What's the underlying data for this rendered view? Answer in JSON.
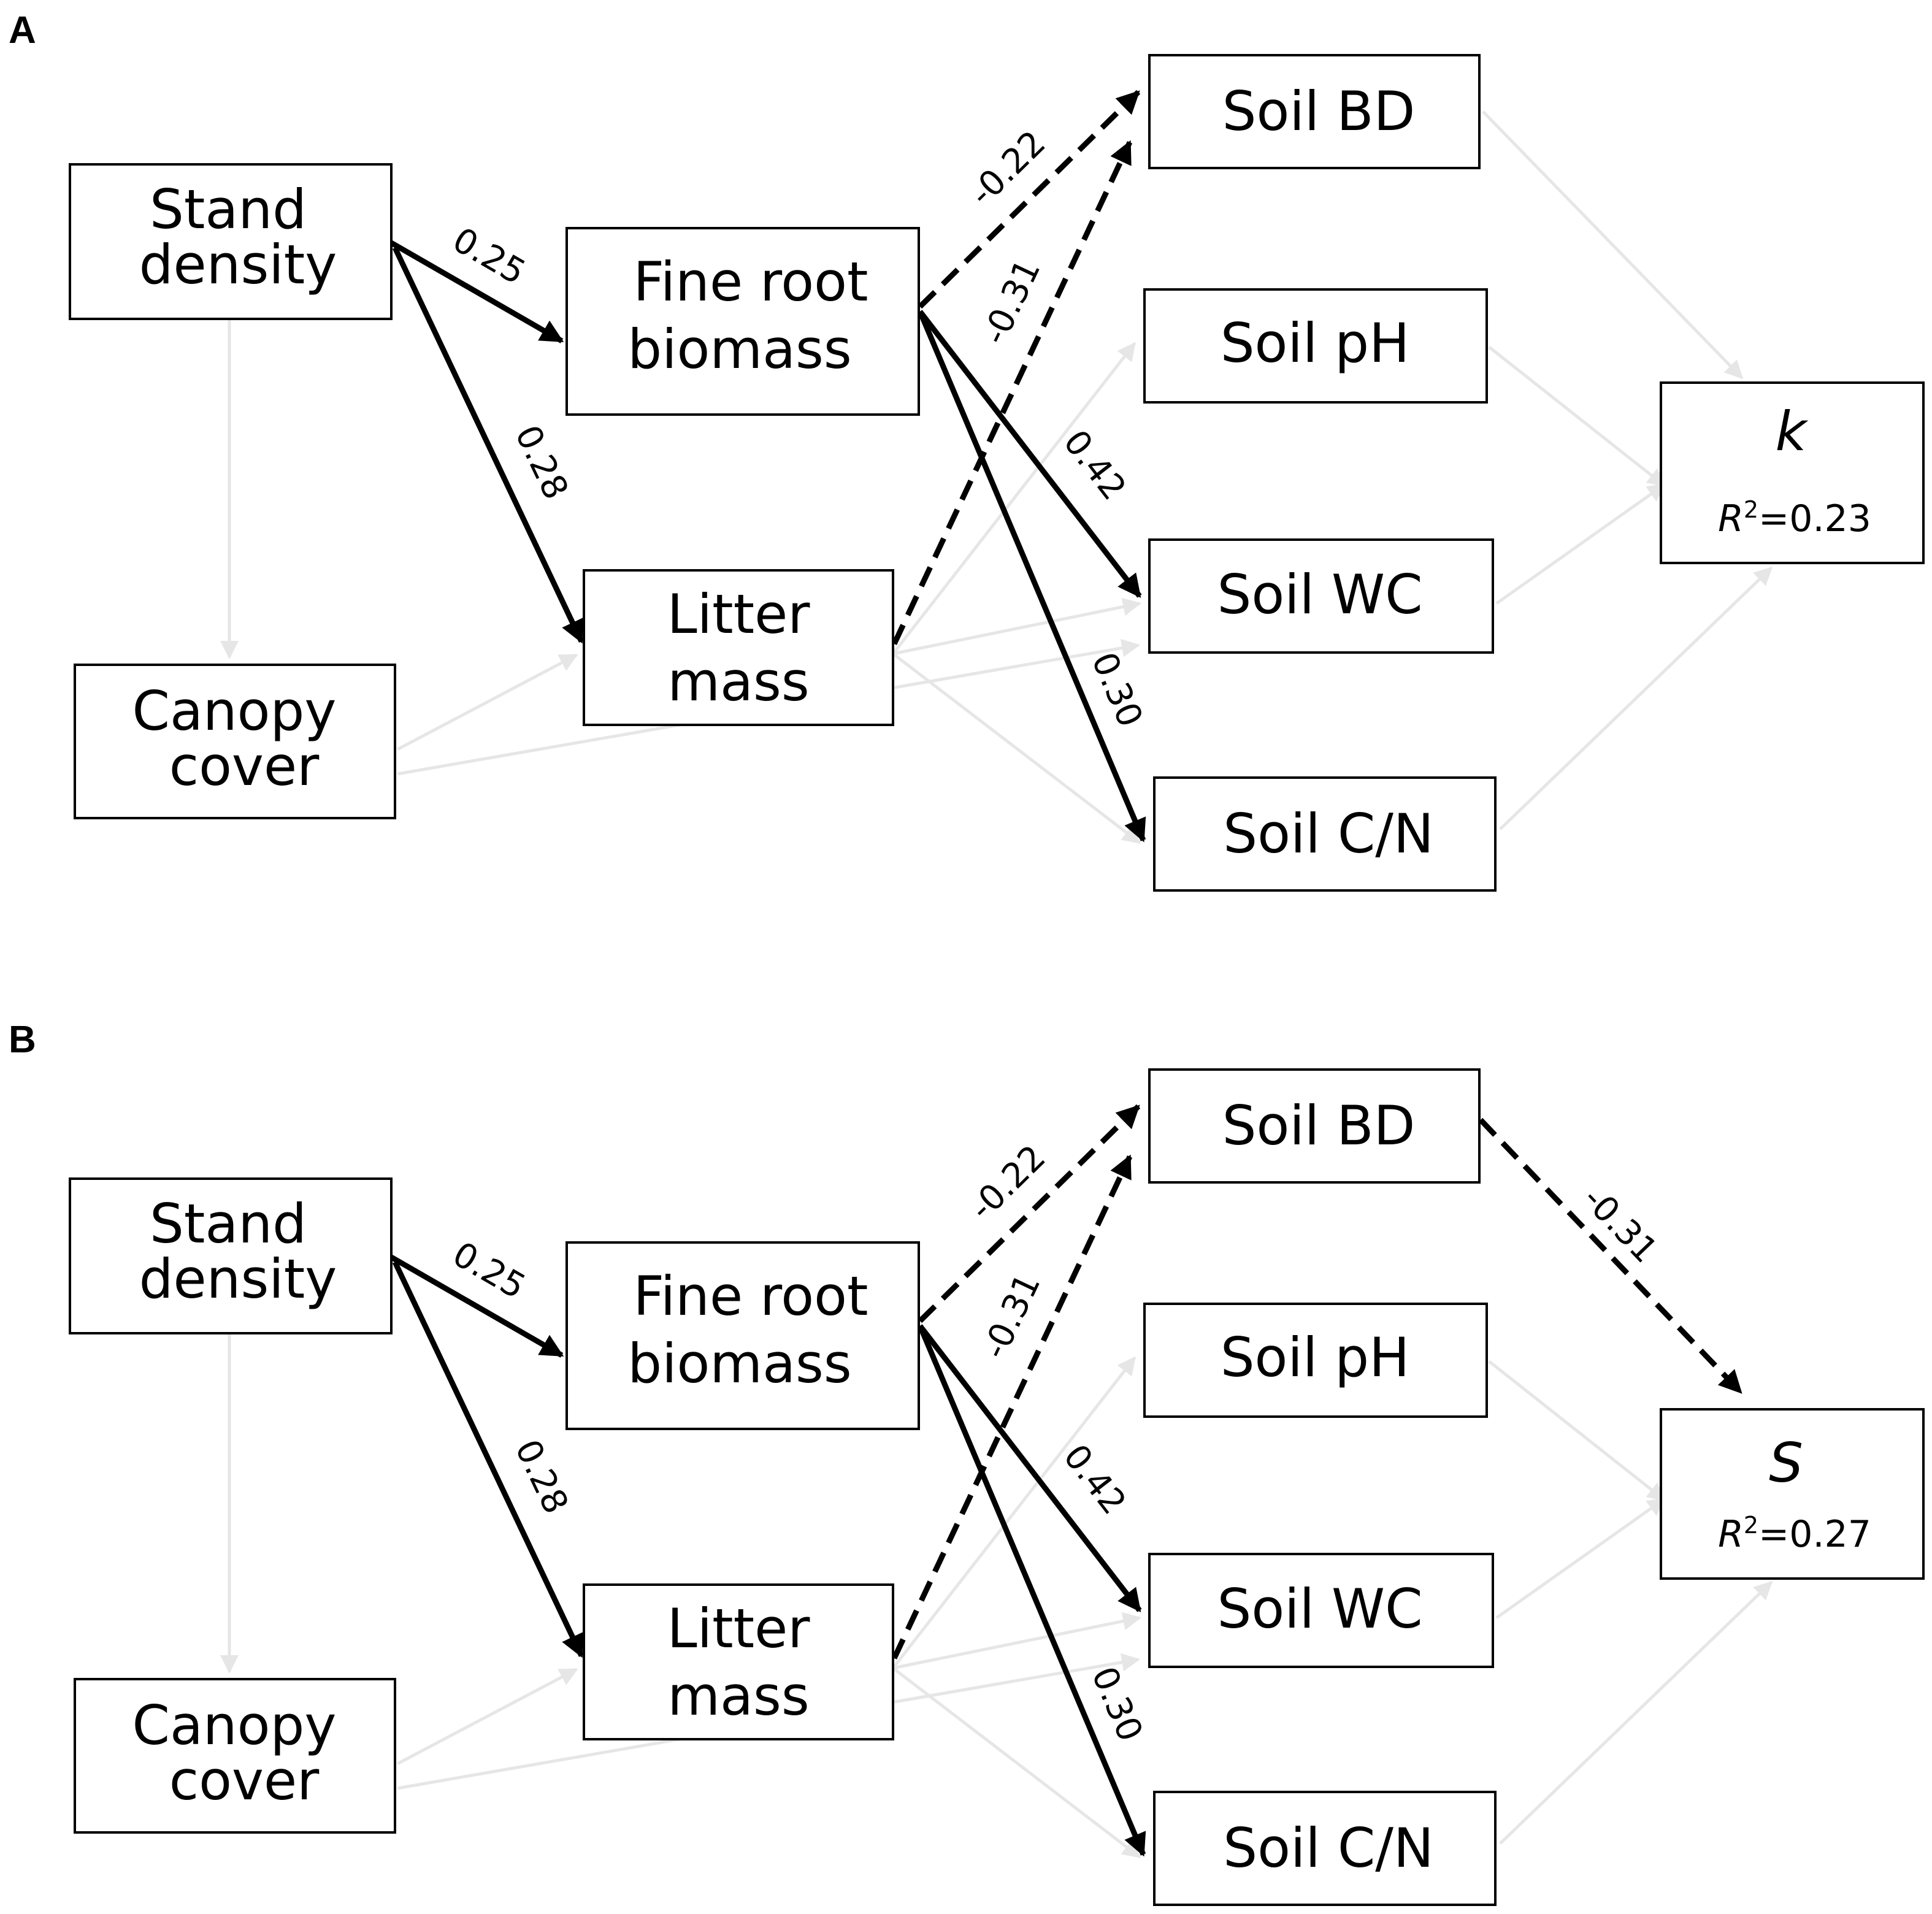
{
  "panels": [
    {
      "label": "A",
      "nodes": {
        "stand_density": [
          "Stand",
          "density"
        ],
        "canopy_cover": [
          "Canopy",
          "cover"
        ],
        "fine_root_biomass": [
          "Fine root",
          "biomass"
        ],
        "litter_mass": [
          "Litter",
          "mass"
        ],
        "soil_bd": "Soil BD",
        "soil_ph": "Soil pH",
        "soil_wc": "Soil WC",
        "soil_cn": "Soil C/N",
        "outcome": "k",
        "r2_symbol": "R",
        "r2_exp": "2",
        "r2_value": "=0.23"
      },
      "paths": [
        {
          "from": "stand_density",
          "to": "fine_root_biomass",
          "coef": "0.25",
          "style": "solid"
        },
        {
          "from": "stand_density",
          "to": "litter_mass",
          "coef": "0.28",
          "style": "solid"
        },
        {
          "from": "fine_root_biomass",
          "to": "soil_bd",
          "coef": "-0.22",
          "style": "dashed"
        },
        {
          "from": "litter_mass",
          "to": "soil_bd",
          "coef": "-0.31",
          "style": "dashed"
        },
        {
          "from": "fine_root_biomass",
          "to": "soil_wc",
          "coef": "0.42",
          "style": "solid"
        },
        {
          "from": "fine_root_biomass",
          "to": "soil_cn",
          "coef": "0.30",
          "style": "solid"
        }
      ]
    },
    {
      "label": "B",
      "nodes": {
        "stand_density": [
          "Stand",
          "density"
        ],
        "canopy_cover": [
          "Canopy",
          "cover"
        ],
        "fine_root_biomass": [
          "Fine root",
          "biomass"
        ],
        "litter_mass": [
          "Litter",
          "mass"
        ],
        "soil_bd": "Soil BD",
        "soil_ph": "Soil pH",
        "soil_wc": "Soil WC",
        "soil_cn": "Soil C/N",
        "outcome": "S",
        "r2_symbol": "R",
        "r2_exp": "2",
        "r2_value": "=0.27"
      },
      "paths": [
        {
          "from": "stand_density",
          "to": "fine_root_biomass",
          "coef": "0.25",
          "style": "solid"
        },
        {
          "from": "stand_density",
          "to": "litter_mass",
          "coef": "0.28",
          "style": "solid"
        },
        {
          "from": "fine_root_biomass",
          "to": "soil_bd",
          "coef": "-0.22",
          "style": "dashed"
        },
        {
          "from": "litter_mass",
          "to": "soil_bd",
          "coef": "-0.31",
          "style": "dashed"
        },
        {
          "from": "fine_root_biomass",
          "to": "soil_wc",
          "coef": "0.42",
          "style": "solid"
        },
        {
          "from": "fine_root_biomass",
          "to": "soil_cn",
          "coef": "0.30",
          "style": "solid"
        },
        {
          "from": "soil_bd",
          "to": "outcome",
          "coef": "-0.31",
          "style": "dashed"
        }
      ]
    }
  ]
}
